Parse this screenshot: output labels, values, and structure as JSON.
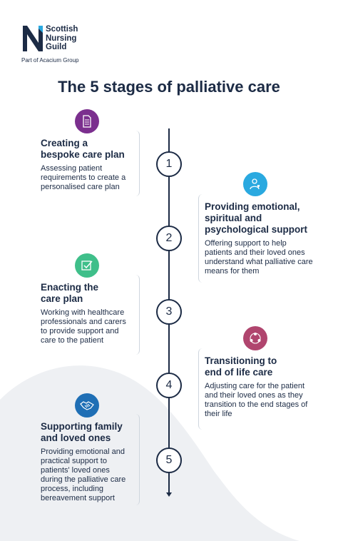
{
  "brand": {
    "name_lines": [
      "Scottish",
      "Nursing",
      "Guild"
    ],
    "subtitle": "Part of Acacium Group"
  },
  "title": "The 5 stages of palliative care",
  "stages": [
    {
      "number": "1",
      "heading": "Creating a bespoke care plan",
      "heading_lines": [
        "Creating a",
        "bespoke care plan"
      ],
      "body": "Assessing patient requirements to create a personalised care plan",
      "icon": "document-icon",
      "color": "#7b2f8e"
    },
    {
      "number": "2",
      "heading": "Providing emotional, spiritual and psychological support",
      "heading_lines": [
        "Providing emotional,",
        "spiritual and",
        "psychological support"
      ],
      "body": "Offering support to help patients and their loved ones understand what palliative care means for them",
      "icon": "person-heart-icon",
      "color": "#2aa9e0"
    },
    {
      "number": "3",
      "heading": "Enacting the care plan",
      "heading_lines": [
        "Enacting the",
        "care plan"
      ],
      "body": "Working with healthcare professionals and carers to provide support and care to the patient",
      "icon": "checkbox-icon",
      "color": "#3fbf8a"
    },
    {
      "number": "4",
      "heading": "Transitioning to end of life care",
      "heading_lines": [
        "Transitioning to",
        "end of life care"
      ],
      "body": "Adjusting care for the patient and their loved ones as they transition to the end stages of their life",
      "icon": "people-group-icon",
      "color": "#b0456e"
    },
    {
      "number": "5",
      "heading": "Supporting family and loved ones",
      "heading_lines": [
        "Supporting family",
        "and loved ones"
      ],
      "body": "Providing emotional and practical support to patients' loved ones during the palliative care process, including bereavement support",
      "icon": "handshake-icon",
      "color": "#1f6fb5"
    }
  ]
}
